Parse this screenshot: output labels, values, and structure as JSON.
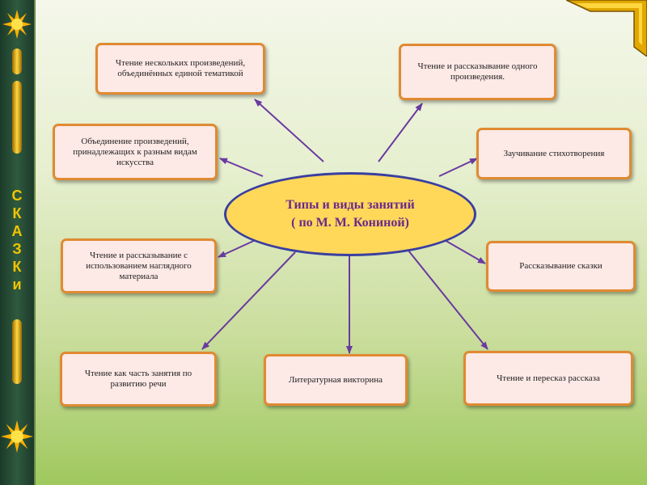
{
  "side_banner": {
    "letters": [
      "С",
      "К",
      "А",
      "З",
      "К",
      "и"
    ]
  },
  "center": {
    "line1": "Типы и виды занятий",
    "line2": "( по М. М. Кониной)"
  },
  "boxes": {
    "top_left": "Чтение нескольких произведений, объединённых единой тематикой",
    "top_right": "Чтение и рассказывание одного произведения.",
    "left_upper": "Объединение произведений, принадлежащих к разным видам искусства",
    "right_upper": "Заучивание стихотворения",
    "left_lower": "Чтение и рассказывание с использованием наглядного материала",
    "right_lower": "Рассказывание сказки",
    "bottom_left": "Чтение как часть занятия по развитию речи",
    "bottom_center": "Литературная викторина",
    "bottom_right": "Чтение и пересказ рассказа"
  },
  "colors": {
    "box_fill": "#fde9e6",
    "box_border": "#e08a32",
    "ellipse_fill": "#ffd85a",
    "ellipse_border": "#3a3fa0",
    "ellipse_text": "#6a2a8a",
    "arrow": "#6a3aa0"
  }
}
